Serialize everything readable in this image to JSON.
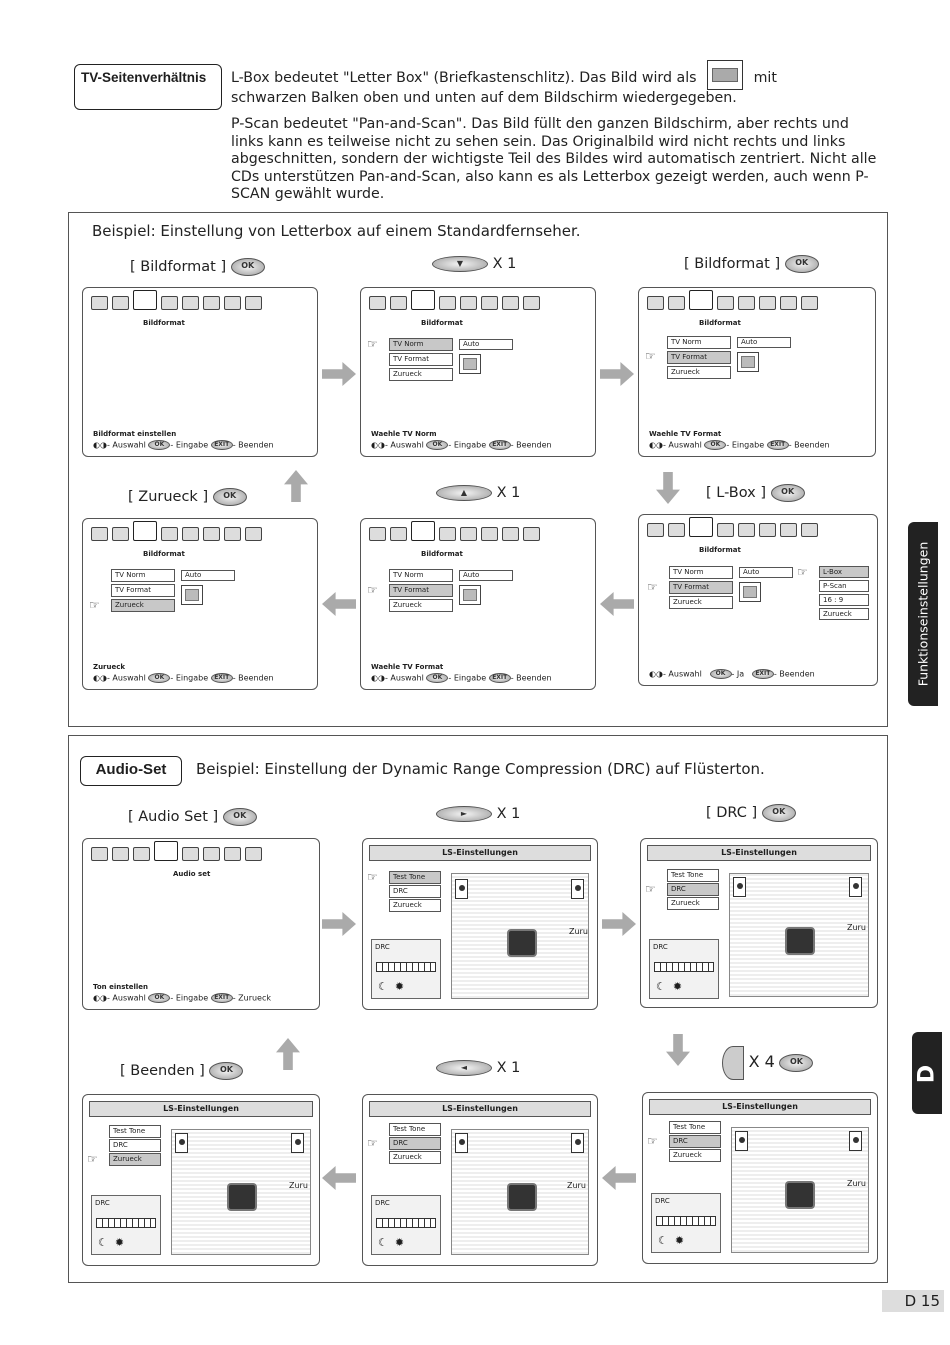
{
  "tv_section": {
    "label": "TV-Seitenverhältnis",
    "p1_before": "L-Box bedeutet \"Letter Box\" (Briefkastenschlitz). Das Bild wird als",
    "p1_after": "mit",
    "p1_line2": "schwarzen Balken oben und unten auf dem Bildschirm wiedergegeben.",
    "p2": "P-Scan bedeutet \"Pan-and-Scan\". Das Bild füllt den ganzen Bildschirm, aber rechts und links kann es teilweise nicht zu sehen sein. Das Originalbild wird nicht rechts und links abgeschnitten, sondern der wichtigste Teil des Bildes wird automatisch zentriert. Nicht alle CDs unterstützen Pan-and-Scan, also kann es als Letterbox gezeigt werden, auch wenn P-SCAN gewählt wurde.",
    "example": "Beispiel: Einstellung von Letterbox auf einem Standardfernseher."
  },
  "tv_steps": {
    "c1": "[ Bildformat ]",
    "c2": "X 1",
    "c3": "[ Bildformat ]",
    "c4": "[ Zurueck ]",
    "c5": "X 1",
    "c6": "[ L-Box ]"
  },
  "buttons": {
    "ok": "OK",
    "exit": "EXIT"
  },
  "tv_screen": {
    "title": "Bildformat",
    "menu": [
      "TV Norm",
      "TV Format",
      "Zurueck"
    ],
    "value": "Auto",
    "options": [
      "L-Box",
      "P-Scan",
      "16 : 9",
      "Zurueck"
    ],
    "status1_title": "Bildformat einstellen",
    "status_norm": "Waehle TV Norm",
    "status_format": "Waehle TV Format",
    "status_back": "Zurueck",
    "auswahl": "- Auswahl",
    "eingabe": "- Eingabe",
    "beenden": "- Beenden",
    "ja": "- Ja"
  },
  "audio_section": {
    "label": "Audio-Set",
    "example": "Beispiel: Einstellung der Dynamic Range Compression (DRC) auf Flüsterton."
  },
  "audio_steps": {
    "c1": "[ Audio Set ]",
    "c2": "X 1",
    "c3": "[ DRC ]",
    "c4": "[ Beenden ]",
    "c5": "X 1",
    "c6": "X 4"
  },
  "audio_screen": {
    "title": "Audio set",
    "status_title": "Ton einstellen",
    "zurueck": "- Zurueck",
    "ls_title": "LS-Einstellungen",
    "ls_menu": [
      "Test Tone",
      "DRC",
      "Zurueck"
    ],
    "drc_label": "DRC",
    "zuru": "Zuru"
  },
  "side": {
    "tab1": "Funktionseinstellungen",
    "tab2": "D"
  },
  "page_number": "D 15"
}
